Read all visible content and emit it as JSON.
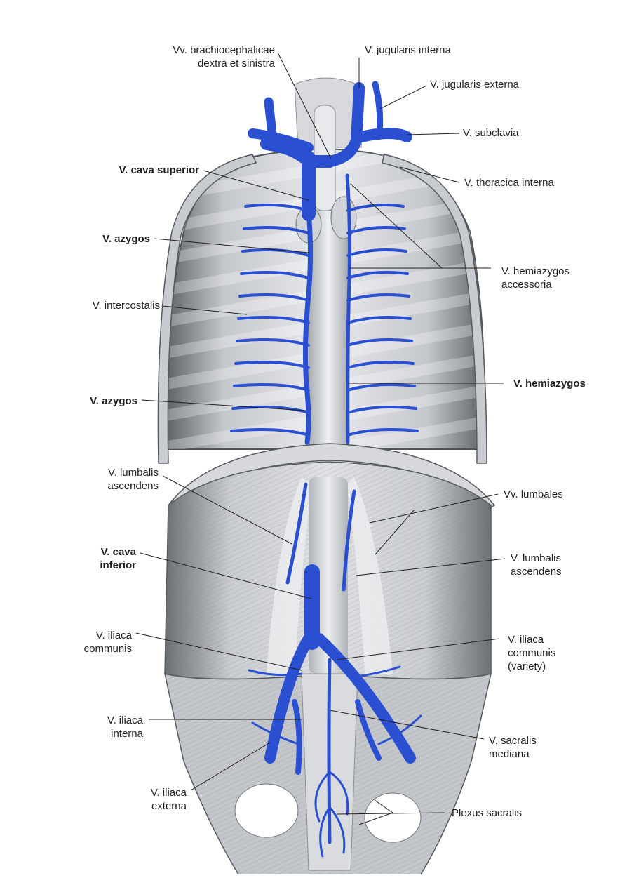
{
  "labels": {
    "brachiocephalicae": "Vv. brachiocephalicae\ndextra et sinistra",
    "jugularis_interna": "V. jugularis interna",
    "jugularis_externa": "V. jugularis externa",
    "subclavia": "V. subclavia",
    "cava_superior": "V. cava superior",
    "thoracica_interna": "V. thoracica interna",
    "azygos_upper": "V. azygos",
    "hemiazygos_accessoria": "V. hemiazygos\naccessoria",
    "intercostalis": "V. intercostalis",
    "hemiazygos": "V. hemiazygos",
    "azygos_lower": "V. azygos",
    "lumbalis_ascendens_left": "V. lumbalis\nascendens",
    "lumbales": "Vv. lumbales",
    "cava_inferior": "V. cava\ninferior",
    "lumbalis_ascendens_right": "V. lumbalis\nascendens",
    "iliaca_communis": "V. iliaca\ncommunis",
    "iliaca_communis_variety": "V. iliaca\ncommunis\n(variety)",
    "iliaca_interna": "V. iliaca\ninterna",
    "sacralis_mediana": "V. sacralis\nmediana",
    "iliaca_externa": "V. iliaca\nexterna",
    "plexus_sacralis": "Plexus sacralis"
  },
  "colors": {
    "vein_blue": "#2a4fd0",
    "vein_dark": "#1a2f8a",
    "tissue_light": "#e4e6e8",
    "tissue_mid": "#b9bdc2",
    "tissue_dark": "#6f747a",
    "leader": "#231f20"
  }
}
